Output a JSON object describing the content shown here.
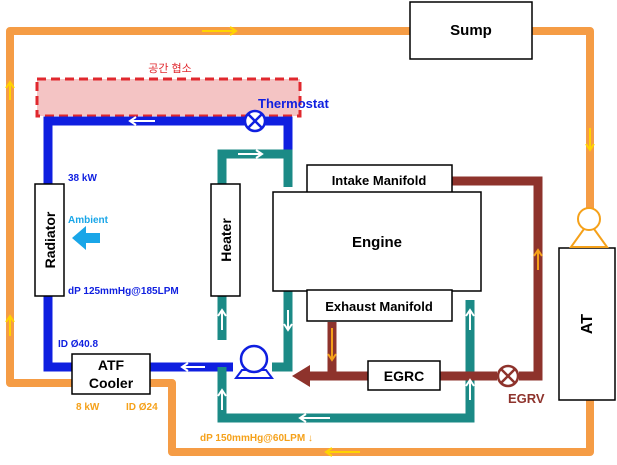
{
  "components": {
    "sump": "Sump",
    "thermostat": "Thermostat",
    "radiator": "Radiator",
    "heater": "Heater",
    "intake_manifold": "Intake Manifold",
    "engine": "Engine",
    "exhaust_manifold": "Exhaust Manifold",
    "egrc": "EGRC",
    "egrv": "EGRV",
    "at": "AT",
    "atf_cooler_line1": "ATF",
    "atf_cooler_line2": "Cooler",
    "ambient": "Ambient"
  },
  "annotations": {
    "space_constraint": "공간 협소",
    "radiator_power": "38 kW",
    "radiator_dp": "dP 125mmHg@185LPM",
    "radiator_id": "ID Ø40.8",
    "atf_power": "8 kW",
    "atf_id": "ID Ø24",
    "atf_dp": "dP 150mmHg@60LPM ↓"
  },
  "colors": {
    "atf_loop": "#f59c45",
    "coolant_main": "#0f1fe0",
    "coolant_heater": "#1b8a86",
    "egr": "#8e332c",
    "flow_arrow": "#ffd400",
    "ambient_arrow": "#19a6e8",
    "space_fill": "#f4c4c4",
    "space_border": "#e0282e"
  },
  "icons": [
    "pump-icon",
    "thermostat-valve-icon",
    "egr-valve-icon",
    "flow-arrow-icon",
    "ambient-arrow-icon"
  ]
}
